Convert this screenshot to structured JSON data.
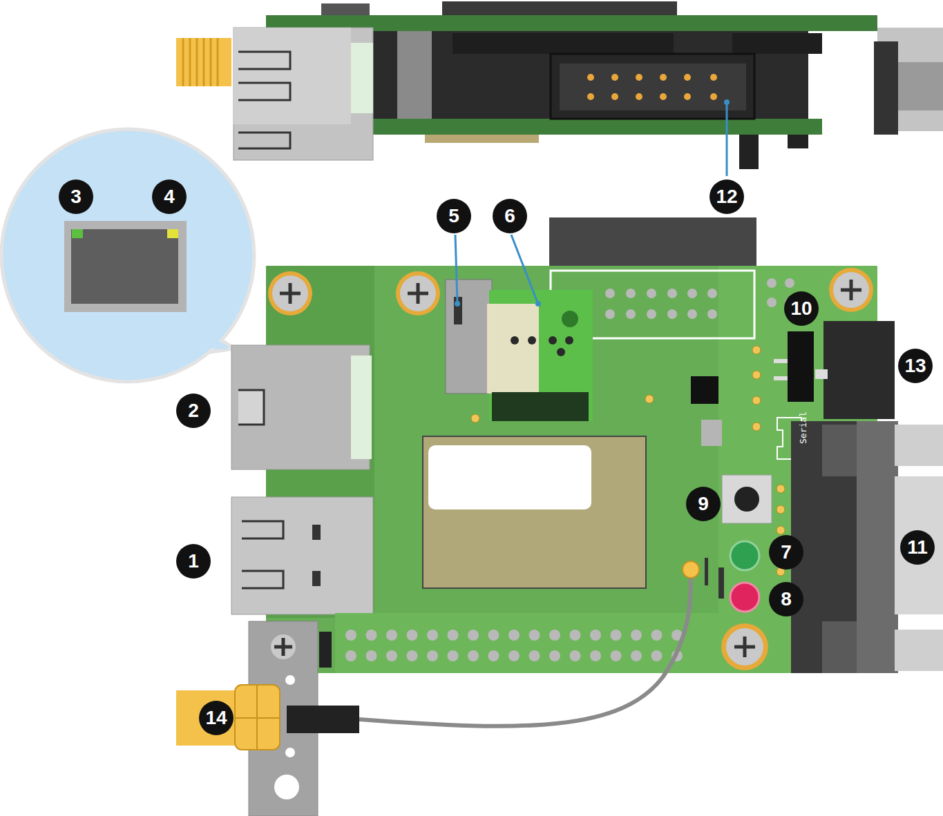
{
  "diagram": {
    "labels": [
      "12",
      "3",
      "4",
      "5",
      "6",
      "10",
      "13",
      "2",
      "Serial",
      "9",
      "11",
      "7",
      "1",
      "8",
      "14"
    ]
  }
}
